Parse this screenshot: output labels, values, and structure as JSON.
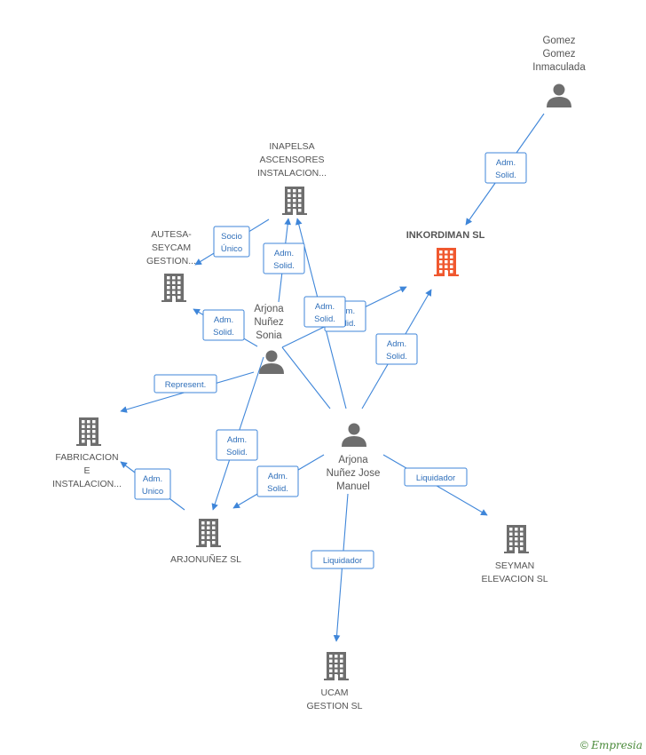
{
  "nodes": [
    {
      "id": "gomez",
      "type": "person",
      "label": [
        "Gomez",
        "Gomez",
        "Inmaculada"
      ]
    },
    {
      "id": "inapelsa",
      "type": "company",
      "label": [
        "INAPELSA",
        "ASCENSORES",
        "INSTALACION..."
      ]
    },
    {
      "id": "inkordiman",
      "type": "company-focus",
      "label": [
        "INKORDIMAN SL"
      ]
    },
    {
      "id": "autesa",
      "type": "company",
      "label": [
        "AUTESA-",
        "SEYCAM",
        "GESTION..."
      ]
    },
    {
      "id": "sonia",
      "type": "person",
      "label": [
        "Arjona",
        "Nuñez",
        "Sonia"
      ]
    },
    {
      "id": "fabricacion",
      "type": "company",
      "label": [
        "FABRICACION",
        "E",
        "INSTALACION..."
      ]
    },
    {
      "id": "josemanuel",
      "type": "person",
      "label": [
        "Arjona",
        "Nuñez Jose",
        "Manuel"
      ]
    },
    {
      "id": "arjonunez",
      "type": "company",
      "label": [
        "ARJONUÑEZ SL"
      ]
    },
    {
      "id": "seyman",
      "type": "company",
      "label": [
        "SEYMAN",
        "ELEVACION SL"
      ]
    },
    {
      "id": "ucam",
      "type": "company",
      "label": [
        "UCAM",
        "GESTION SL"
      ]
    }
  ],
  "edges": [
    {
      "from": "gomez",
      "to": "inkordiman",
      "label": [
        "Adm.",
        "Solid."
      ]
    },
    {
      "from": "inapelsa",
      "to": "autesa",
      "label": [
        "Socio",
        "Único"
      ]
    },
    {
      "from": "sonia",
      "to": "inapelsa",
      "label": [
        "Adm.",
        "Solid."
      ]
    },
    {
      "from": "sonia",
      "to": "autesa",
      "label": [
        "Adm.",
        "Solid."
      ]
    },
    {
      "from": "sonia",
      "to": "fabricacion",
      "label": [
        "Represent."
      ]
    },
    {
      "from": "sonia",
      "to": "arjonunez",
      "label": [
        "Adm.",
        "Solid."
      ]
    },
    {
      "from": "sonia",
      "to": "inkordiman",
      "label": [
        "Adm.",
        "Solid."
      ]
    },
    {
      "from": "josemanuel",
      "to": "inapelsa",
      "label": [
        "Adm.",
        "Solid."
      ]
    },
    {
      "from": "josemanuel",
      "to": "inkordiman",
      "label": [
        "Adm.",
        "Solid."
      ]
    },
    {
      "from": "josemanuel",
      "to": "arjonunez",
      "label": [
        "Adm.",
        "Solid."
      ]
    },
    {
      "from": "josemanuel",
      "to": "seyman",
      "label": [
        "Liquidador"
      ]
    },
    {
      "from": "josemanuel",
      "to": "ucam",
      "label": [
        "Liquidador"
      ]
    },
    {
      "from": "arjonunez",
      "to": "fabricacion",
      "label": [
        "Adm.",
        "Unico"
      ]
    }
  ],
  "colors": {
    "edge": "#3f86d9",
    "icon": "#6e6e6e",
    "focus": "#f0582f"
  },
  "footer": {
    "symbol": "©",
    "brand": "Empresia"
  }
}
